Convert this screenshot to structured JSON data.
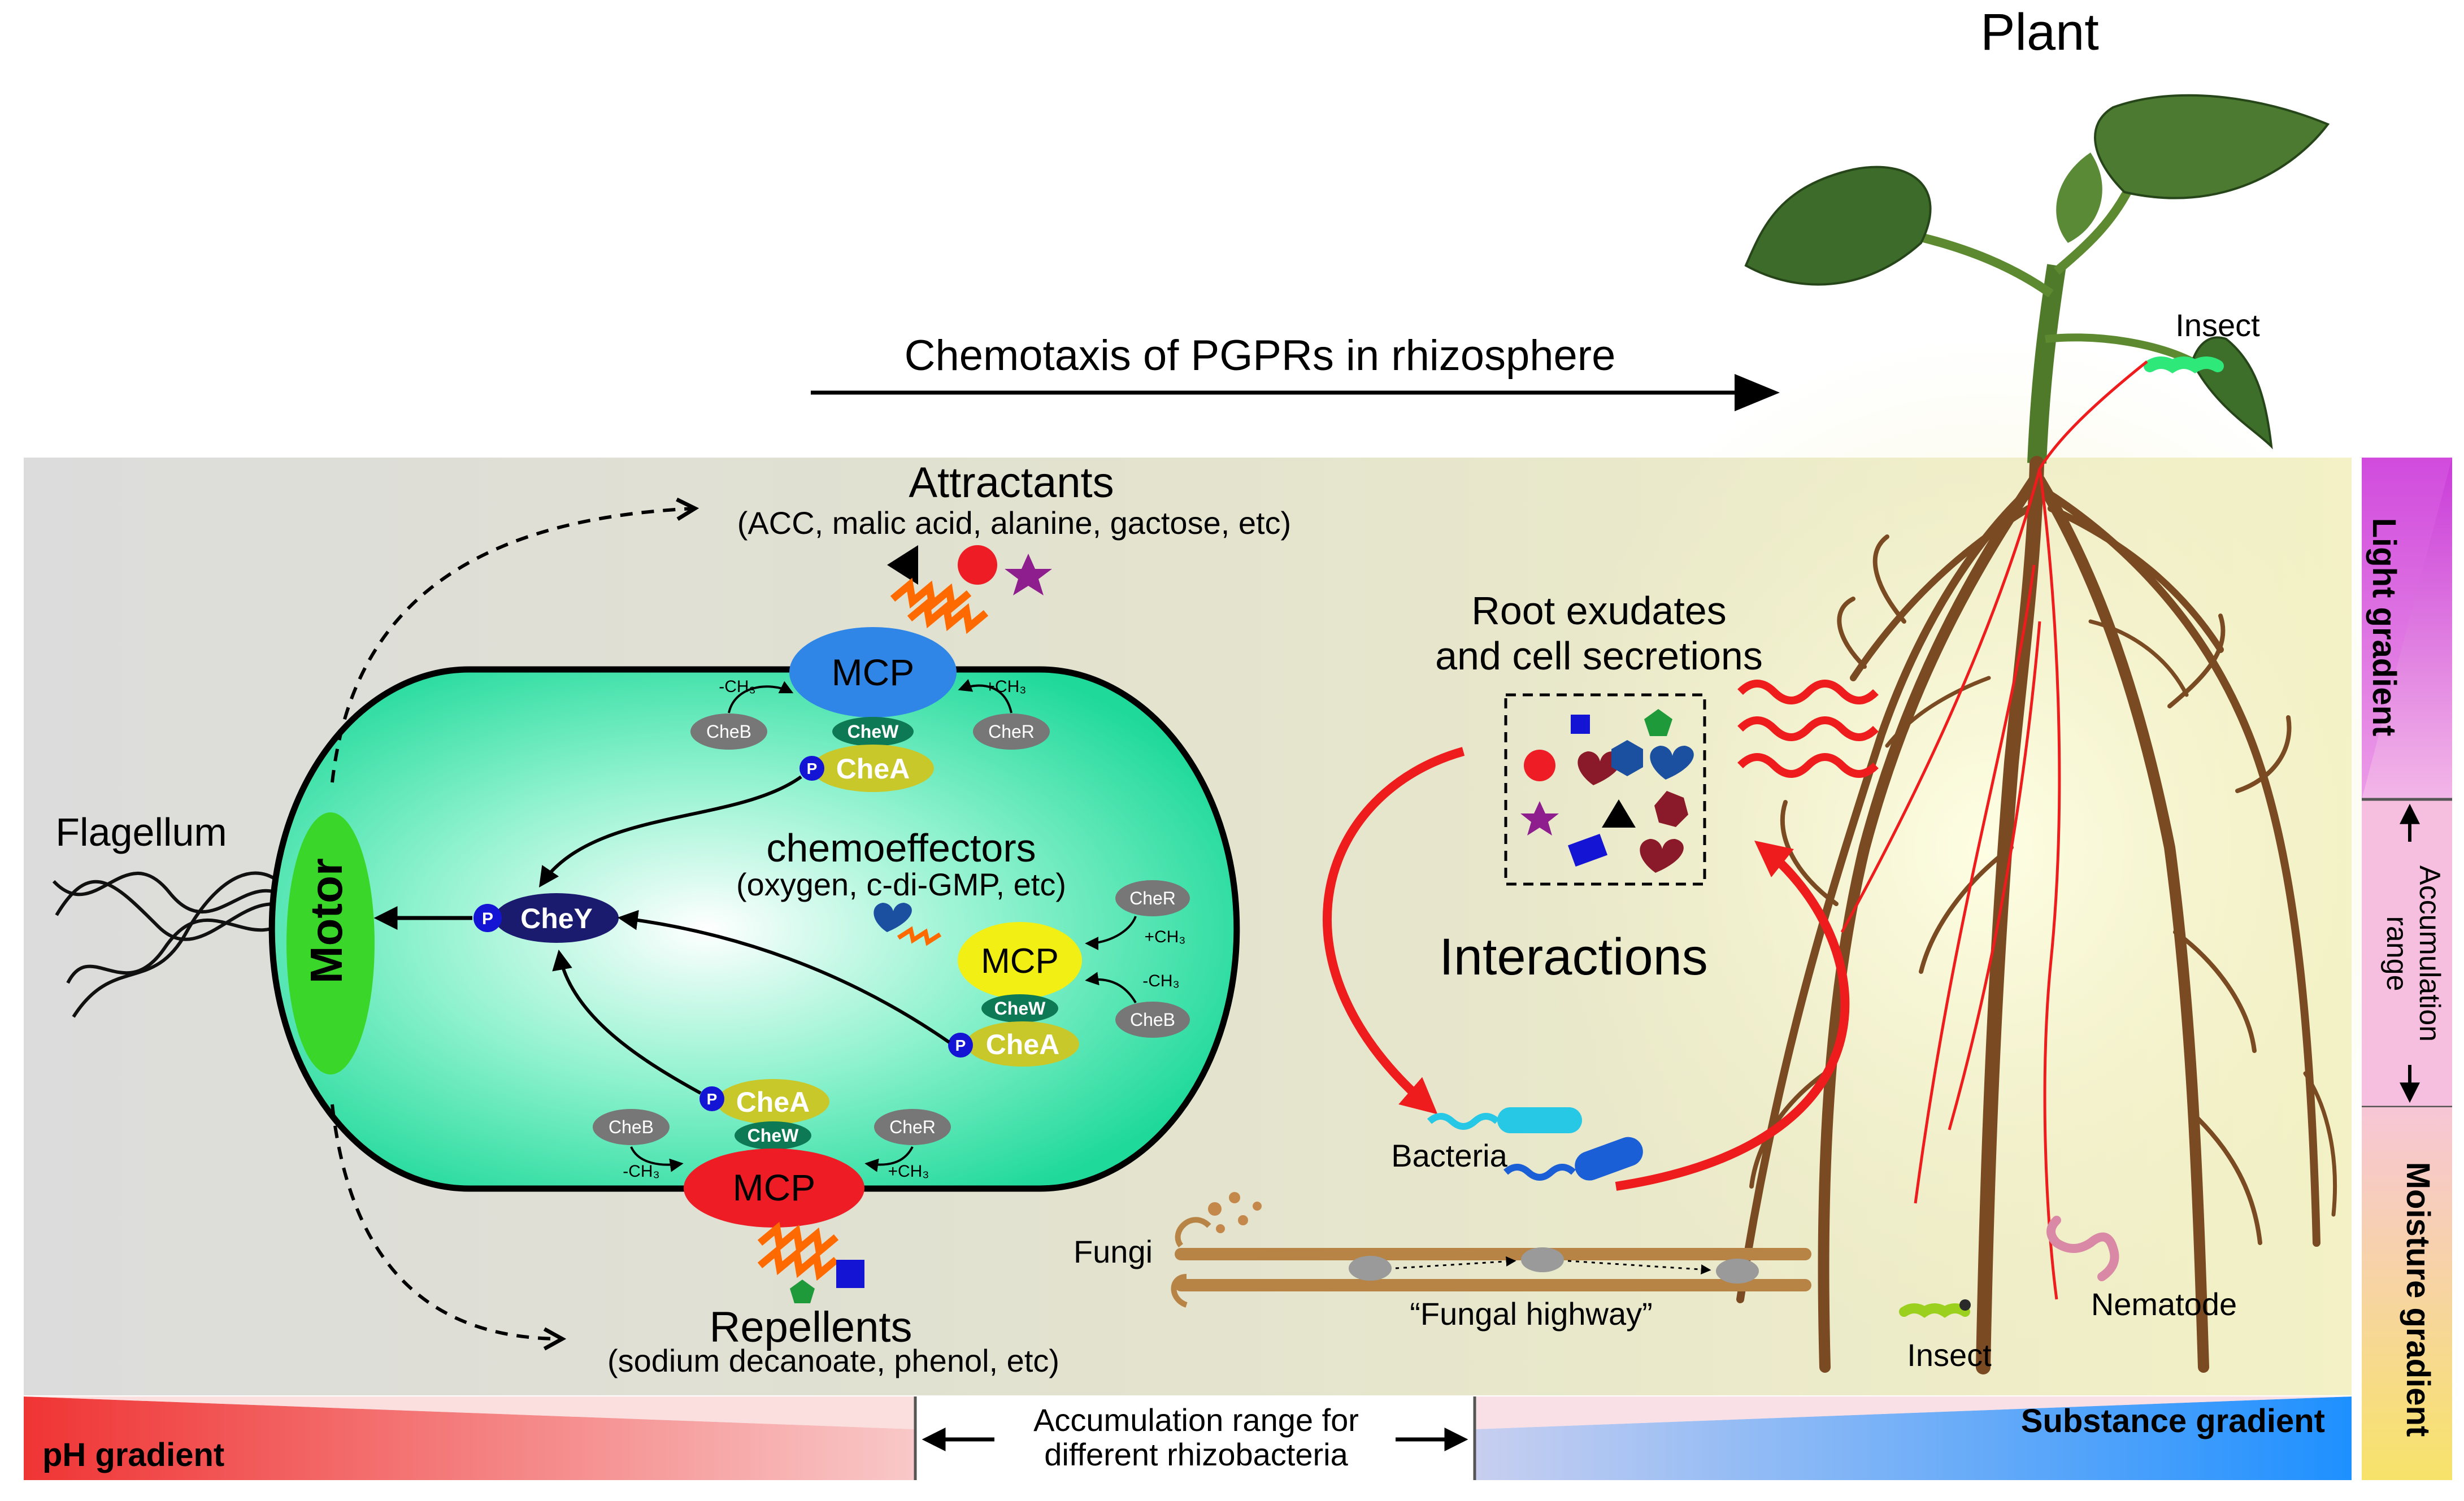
{
  "title": {
    "plant": "Plant",
    "chemotaxis": "Chemotaxis of PGPRs in rhizosphere"
  },
  "labels": {
    "attractants": "Attractants",
    "attractants_examples": "(ACC, malic acid, alanine, gactose, etc)",
    "repellents": "Repellents",
    "repellents_examples": "(sodium decanoate, phenol, etc)",
    "chemoeffectors": "chemoeffectors",
    "chemoeffectors_examples": "(oxygen, c-di-GMP, etc)",
    "flagellum": "Flagellum",
    "motor": "Motor",
    "root_exudates_line1": "Root exudates",
    "root_exudates_line2": "and cell secretions",
    "interactions": "Interactions",
    "bacteria": "Bacteria",
    "fungi": "Fungi",
    "fungal_highway": "“Fungal highway”",
    "insect_top": "Insect",
    "insect_bottom": "Insect",
    "nematode": "Nematode"
  },
  "proteins": {
    "mcp": "MCP",
    "chea": "CheA",
    "chew": "CheW",
    "cheb": "CheB",
    "cher": "CheR",
    "chey": "CheY",
    "phospho": "P",
    "minus_ch3": "-CH₃",
    "plus_ch3": "+CH₃"
  },
  "gradients": {
    "ph": "pH gradient",
    "substance": "Substance gradient",
    "accumulation_line1": "Accumulation range for",
    "accumulation_line2": "different rhizobacteria",
    "light": "Light gradient",
    "accumulation_side_line1": "Accumulation",
    "accumulation_side_line2": "range",
    "moisture": "Moisture gradient"
  },
  "colors": {
    "cell_fill": "#35e0a8",
    "mcp_blue": "#2f86e6",
    "mcp_yellow": "#f2ef14",
    "mcp_red": "#ee1c24",
    "chea": "#c8c82a",
    "chew": "#0e7a55",
    "chey": "#1a1a6e",
    "motor": "#3bd62a",
    "root": "#7a4a22",
    "interaction_arrow": "#ee1c1c",
    "ph_gradient": "#f03a3a",
    "substance_gradient": "#1e90ff",
    "light_gradient": "#c93bd9",
    "moisture_gradient": "#f7e36a"
  }
}
